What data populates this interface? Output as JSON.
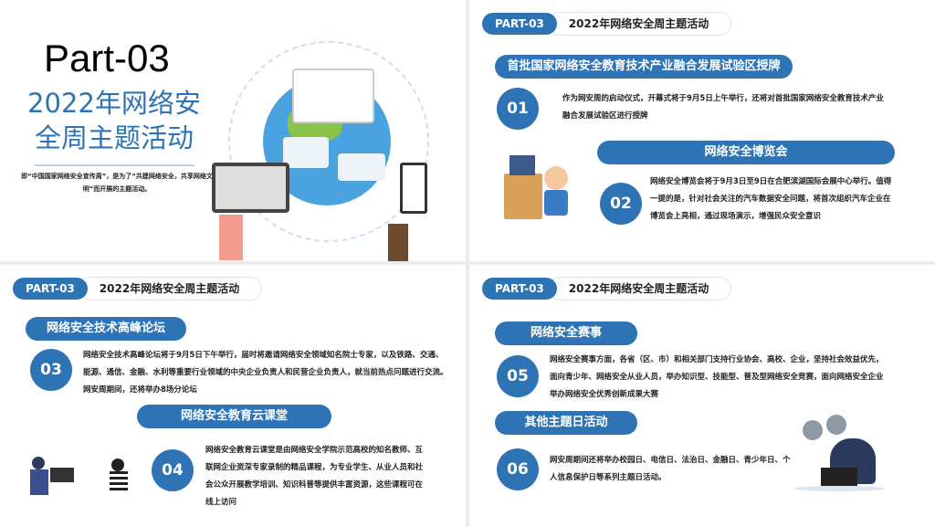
{
  "slide1": {
    "part": "Part-03",
    "title": "2022年网络安全周主题活动",
    "desc": "即“中国国家网络安全宣传周”，是为了“共建网络安全，共享网络文明”而开展的主题活动。"
  },
  "header": {
    "tag": "PART-03",
    "title": "2022年网络安全周主题活动"
  },
  "slide2": {
    "bar1": "首批国家网络安全教育技术产业融合发展试验区授牌",
    "bar2": "网络安全博览会",
    "items": [
      {
        "num": "01",
        "text": "作为网安周的启动仪式，开幕式将于9月5日上午举行，还将对首批国家网络安全教育技术产业融合发展试验区进行授牌"
      },
      {
        "num": "02",
        "text": "网络安全博览会将于9月3日至9日在合肥滨湖国际会展中心举行。值得一提的是，针对社会关注的汽车数据安全问题，将首次组织汽车企业在博览会上亮相，通过现场演示，增强民众安全意识"
      }
    ]
  },
  "slide3": {
    "bar1": "网络安全技术高峰论坛",
    "bar2": "网络安全教育云课堂",
    "items": [
      {
        "num": "03",
        "text": "网络安全技术高峰论坛将于9月5日下午举行，届时将邀请网络安全领域知名院士专家，以及铁路、交通、能源、通信、金融、水利等重要行业领域的中央企业负责人和民营企业负责人，就当前热点问题进行交流。网安周期间，还将举办8场分论坛"
      },
      {
        "num": "04",
        "text": "网络安全教育云课堂是由网络安全学院示范高校的知名教师、互联网企业资深专家录制的精品课程，为专业学生、从业人员和社会公众开展教学培训、知识科普等提供丰富资源，这些课程可在线上访问"
      }
    ]
  },
  "slide4": {
    "bar1": "网络安全赛事",
    "bar2": "其他主题日活动",
    "items": [
      {
        "num": "05",
        "text": "网络安全赛事方面，各省（区、市）和相关部门支持行业协会、高校、企业，坚持社会效益优先，面向青少年、网络安全从业人员，举办知识型、技能型、普及型网络安全竞赛，面向网络安全企业举办网络安全优秀创新成果大赛"
      },
      {
        "num": "06",
        "text": "网安周期间还将举办校园日、电信日、法治日、金融日、青少年日、个人信息保护日等系列主题日活动。"
      }
    ]
  }
}
